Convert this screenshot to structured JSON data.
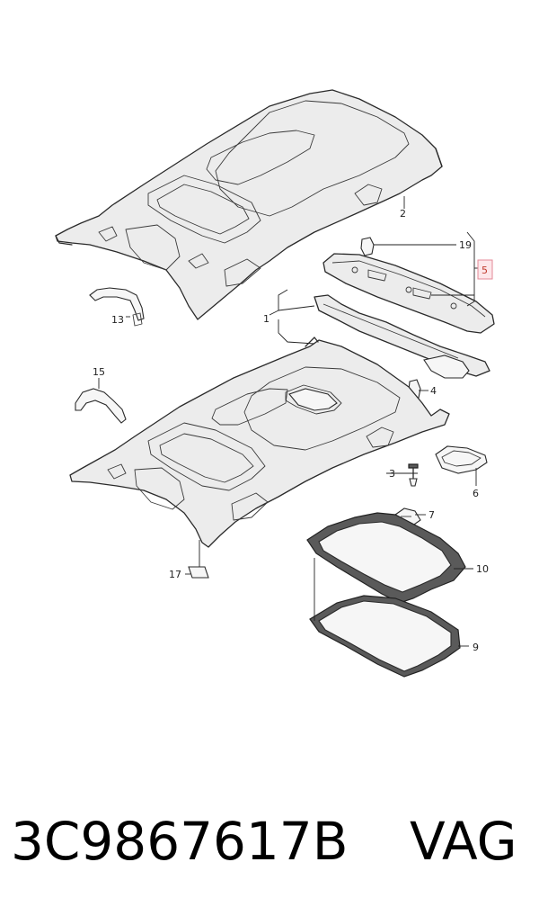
{
  "diagram": {
    "callouts": [
      {
        "id": "c1",
        "label": "1"
      },
      {
        "id": "c2",
        "label": "2"
      },
      {
        "id": "c3",
        "label": "3"
      },
      {
        "id": "c4",
        "label": "4"
      },
      {
        "id": "c5",
        "label": "5",
        "highlighted": true
      },
      {
        "id": "c6",
        "label": "6"
      },
      {
        "id": "c7",
        "label": "7"
      },
      {
        "id": "c9",
        "label": "9"
      },
      {
        "id": "c10",
        "label": "10"
      },
      {
        "id": "c13",
        "label": "13"
      },
      {
        "id": "c15",
        "label": "15"
      },
      {
        "id": "c17",
        "label": "17"
      },
      {
        "id": "c19",
        "label": "19"
      }
    ],
    "highlight_color": "#e48a97"
  },
  "footer": {
    "part_number": "3C9867617B",
    "brand": "VAG"
  }
}
